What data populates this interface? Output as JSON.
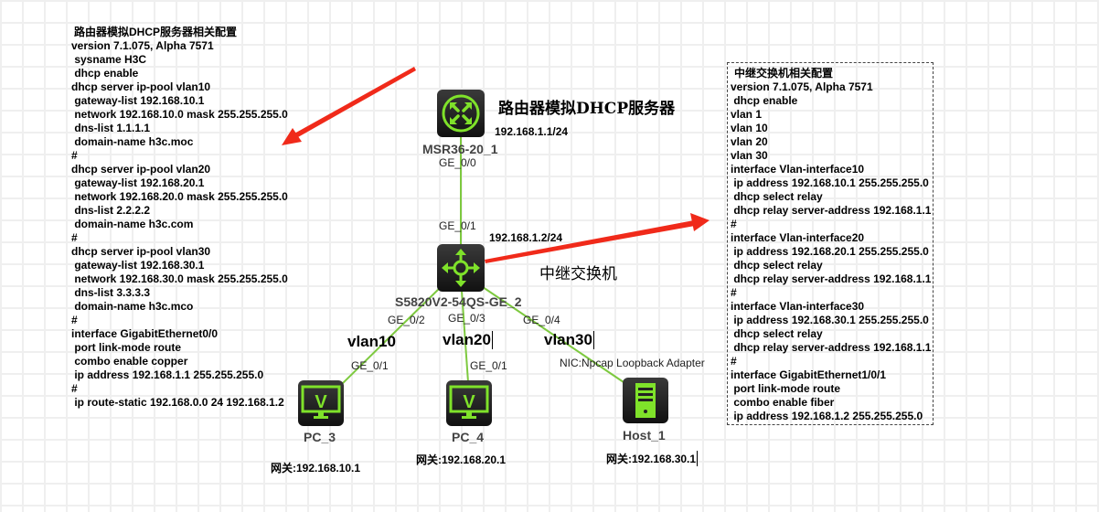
{
  "router_config": {
    "title": "路由器模拟DHCP服务器相关配置",
    "lines": [
      "version 7.1.075, Alpha 7571",
      " sysname H3C",
      " dhcp enable",
      "dhcp server ip-pool vlan10",
      " gateway-list 192.168.10.1",
      " network 192.168.10.0 mask 255.255.255.0",
      " dns-list 1.1.1.1",
      " domain-name h3c.moc",
      "#",
      "dhcp server ip-pool vlan20",
      " gateway-list 192.168.20.1",
      " network 192.168.20.0 mask 255.255.255.0",
      " dns-list 2.2.2.2",
      " domain-name h3c.com",
      "#",
      "dhcp server ip-pool vlan30",
      " gateway-list 192.168.30.1",
      " network 192.168.30.0 mask 255.255.255.0",
      " dns-list 3.3.3.3",
      " domain-name h3c.mco",
      "#",
      "interface GigabitEthernet0/0",
      " port link-mode route",
      " combo enable copper",
      " ip address 192.168.1.1 255.255.255.0",
      "#",
      " ip route-static 192.168.0.0 24 192.168.1.2"
    ]
  },
  "switch_config": {
    "title": "中继交换机相关配置",
    "lines": [
      "version 7.1.075, Alpha 7571",
      " dhcp enable",
      "vlan 1",
      "vlan 10",
      "vlan 20",
      "vlan 30",
      "interface Vlan-interface10",
      " ip address 192.168.10.1 255.255.255.0",
      " dhcp select relay",
      " dhcp relay server-address 192.168.1.1",
      "#",
      "interface Vlan-interface20",
      " ip address 192.168.20.1 255.255.255.0",
      " dhcp select relay",
      " dhcp relay server-address 192.168.1.1",
      "#",
      "interface Vlan-interface30",
      " ip address 192.168.30.1 255.255.255.0",
      " dhcp select relay",
      " dhcp relay server-address 192.168.1.1",
      "#",
      "interface GigabitEthernet1/0/1",
      " port link-mode route",
      " combo enable fiber",
      " ip address 192.168.1.2 255.255.255.0"
    ]
  },
  "router": {
    "name": "MSR36-20_1",
    "caption": "路由器模拟DHCP服务器",
    "ip": "192.168.1.1/24",
    "port": "GE_0/0"
  },
  "switch": {
    "name": "S5820V2-54QS-GE_2",
    "caption": "中继交换机",
    "ip": "192.168.1.2/24",
    "port_up": "GE_0/1",
    "port_pc3": "GE_0/2",
    "port_pc4": "GE_0/3",
    "port_host": "GE_0/4"
  },
  "pc3": {
    "name": "PC_3",
    "port": "GE_0/1",
    "vlan": "vlan10",
    "gateway": "网关:192.168.10.1"
  },
  "pc4": {
    "name": "PC_4",
    "port": "GE_0/1",
    "vlan": "vlan20",
    "gateway": "网关:192.168.20.1"
  },
  "host1": {
    "name": "Host_1",
    "nic": "NIC:Npcap Loopback Adapter",
    "vlan": "vlan30",
    "gateway": "网关:192.168.30.1"
  },
  "colors": {
    "link": "#7dc93f",
    "arrow": "#f02a1a",
    "device_icon": "#7fe22a"
  }
}
